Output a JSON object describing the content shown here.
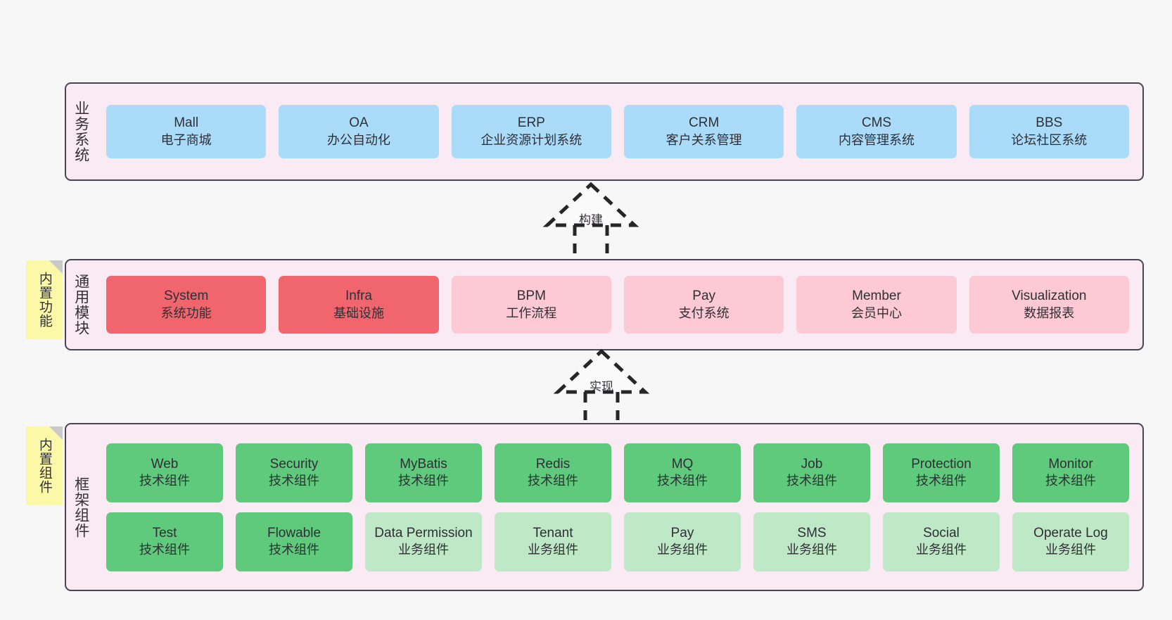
{
  "diagram": {
    "background_color": "#f7f7f7",
    "band_fill": "#f9eaf4",
    "band_border": "#4a4453",
    "colors": {
      "blue": "#aadcfa",
      "red": "#f1656d",
      "pink": "#fcc9d4",
      "green": "#5fc97c",
      "green_light": "#bfe8c6",
      "note_yellow": "#fbf8a8",
      "note_fold": "#c9c9c9"
    }
  },
  "business": {
    "title": "业务系统",
    "cards": [
      {
        "name": "Mall",
        "desc": "电子商城",
        "color": "blue"
      },
      {
        "name": "OA",
        "desc": "办公自动化",
        "color": "blue"
      },
      {
        "name": "ERP",
        "desc": "企业资源计划系统",
        "color": "blue"
      },
      {
        "name": "CRM",
        "desc": "客户关系管理",
        "color": "blue"
      },
      {
        "name": "CMS",
        "desc": "内容管理系统",
        "color": "blue"
      },
      {
        "name": "BBS",
        "desc": "论坛社区系统",
        "color": "blue"
      }
    ]
  },
  "arrow_build": {
    "label": "构建"
  },
  "arrow_impl": {
    "label": "实现"
  },
  "common": {
    "title": "通用模块",
    "note": "内置功能",
    "cards": [
      {
        "name": "System",
        "desc": "系统功能",
        "color": "red"
      },
      {
        "name": "Infra",
        "desc": "基础设施",
        "color": "red"
      },
      {
        "name": "BPM",
        "desc": "工作流程",
        "color": "pink"
      },
      {
        "name": "Pay",
        "desc": "支付系统",
        "color": "pink"
      },
      {
        "name": "Member",
        "desc": "会员中心",
        "color": "pink"
      },
      {
        "name": "Visualization",
        "desc": "数据报表",
        "color": "pink"
      }
    ]
  },
  "framework": {
    "title": "框架组件",
    "note": "内置组件",
    "row1": [
      {
        "name": "Web",
        "desc": "技术组件",
        "color": "green"
      },
      {
        "name": "Security",
        "desc": "技术组件",
        "color": "green"
      },
      {
        "name": "MyBatis",
        "desc": "技术组件",
        "color": "green"
      },
      {
        "name": "Redis",
        "desc": "技术组件",
        "color": "green"
      },
      {
        "name": "MQ",
        "desc": "技术组件",
        "color": "green"
      },
      {
        "name": "Job",
        "desc": "技术组件",
        "color": "green"
      },
      {
        "name": "Protection",
        "desc": "技术组件",
        "color": "green"
      },
      {
        "name": "Monitor",
        "desc": "技术组件",
        "color": "green"
      }
    ],
    "row2": [
      {
        "name": "Test",
        "desc": "技术组件",
        "color": "green"
      },
      {
        "name": "Flowable",
        "desc": "技术组件",
        "color": "green"
      },
      {
        "name": "Data Permission",
        "desc": "业务组件",
        "color": "green_light"
      },
      {
        "name": "Tenant",
        "desc": "业务组件",
        "color": "green_light"
      },
      {
        "name": "Pay",
        "desc": "业务组件",
        "color": "green_light"
      },
      {
        "name": "SMS",
        "desc": "业务组件",
        "color": "green_light"
      },
      {
        "name": "Social",
        "desc": "业务组件",
        "color": "green_light"
      },
      {
        "name": "Operate Log",
        "desc": "业务组件",
        "color": "green_light"
      }
    ]
  }
}
